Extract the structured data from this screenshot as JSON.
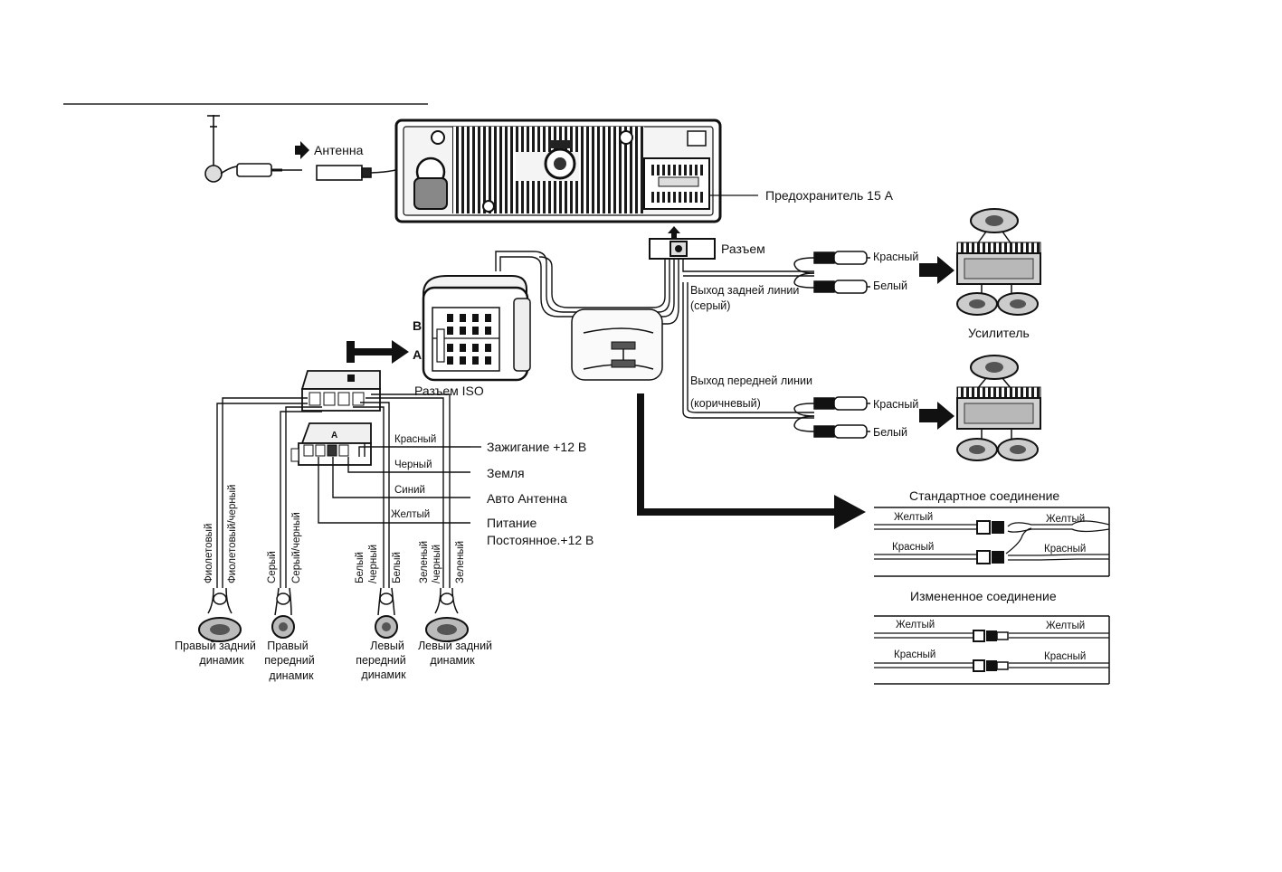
{
  "antenna": {
    "label": "Антенна"
  },
  "head_unit": {
    "fuse_label": "Предохранитель 15 А"
  },
  "connector": {
    "label": "Разъем"
  },
  "iso": {
    "label": "Разъем ISO",
    "block_b": "B",
    "block_a": "A"
  },
  "rear_line": {
    "label_1": "Выход задней линии",
    "label_2": "(серый)",
    "red": "Красный",
    "white": "Белый",
    "amplifier": "Усилитель"
  },
  "front_line": {
    "label_1": "Выход передней линии",
    "label_2": "(коричневый)",
    "red": "Красный",
    "white": "Белый"
  },
  "power_wires": {
    "red_wire": "Красный",
    "black_wire": "Черный",
    "blue_wire": "Синий",
    "yellow_wire": "Желтый",
    "ignition": "Зажигание +12 В",
    "ground": "Земля",
    "auto_antenna": "Авто Антенна",
    "power_1": "Питание",
    "power_2": "Постоянное.+12 В"
  },
  "speaker_wires": {
    "violet": "Фиолетовый",
    "violet_black": "Фиолетовый/черный",
    "gray": "Серый",
    "gray_black": "Серый/черный",
    "white_black_1": "Белый",
    "white_black_2": "/черный",
    "white": "Белый",
    "green_black_1": "Зеленый",
    "green_black_2": "/черный",
    "green": "Зеленый"
  },
  "speakers": {
    "right_rear_1": "Правый задний",
    "right_rear_2": "динамик",
    "right_front_1": "Правый",
    "right_front_2": "передний",
    "right_front_3": "динамик",
    "left_front_1": "Левый",
    "left_front_2": "передний",
    "left_front_3": "динамик",
    "left_rear_1": "Левый задний",
    "left_rear_2": "динамик"
  },
  "standard_connection": {
    "title": "Стандартное соединение",
    "yellow_left": "Желтый",
    "yellow_right": "Желтый",
    "red_left": "Красный",
    "red_right": "Красный"
  },
  "modified_connection": {
    "title": "Измененное соединение",
    "yellow_left": "Желтый",
    "yellow_right": "Желтый",
    "red_left": "Красный",
    "red_right": "Красный"
  }
}
